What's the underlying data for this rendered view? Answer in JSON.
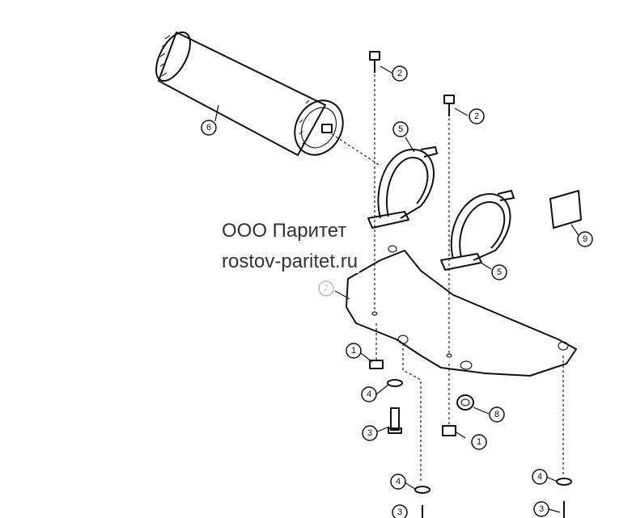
{
  "watermark": {
    "company": "ООО Паритет",
    "site": "rostov-paritet.ru"
  },
  "callouts": [
    {
      "id": "c6",
      "label": "6"
    },
    {
      "id": "c2a",
      "label": "2"
    },
    {
      "id": "c2b",
      "label": "2"
    },
    {
      "id": "c5a",
      "label": "5"
    },
    {
      "id": "c5b",
      "label": "5"
    },
    {
      "id": "c9",
      "label": "9"
    },
    {
      "id": "c7",
      "label": "7"
    },
    {
      "id": "c1a",
      "label": "1"
    },
    {
      "id": "c1b",
      "label": "1"
    },
    {
      "id": "c4a",
      "label": "4"
    },
    {
      "id": "c4b",
      "label": "4"
    },
    {
      "id": "c4c",
      "label": "4"
    },
    {
      "id": "c3a",
      "label": "3"
    },
    {
      "id": "c3b",
      "label": "3"
    },
    {
      "id": "c3c",
      "label": "3"
    },
    {
      "id": "c8",
      "label": "8"
    }
  ]
}
